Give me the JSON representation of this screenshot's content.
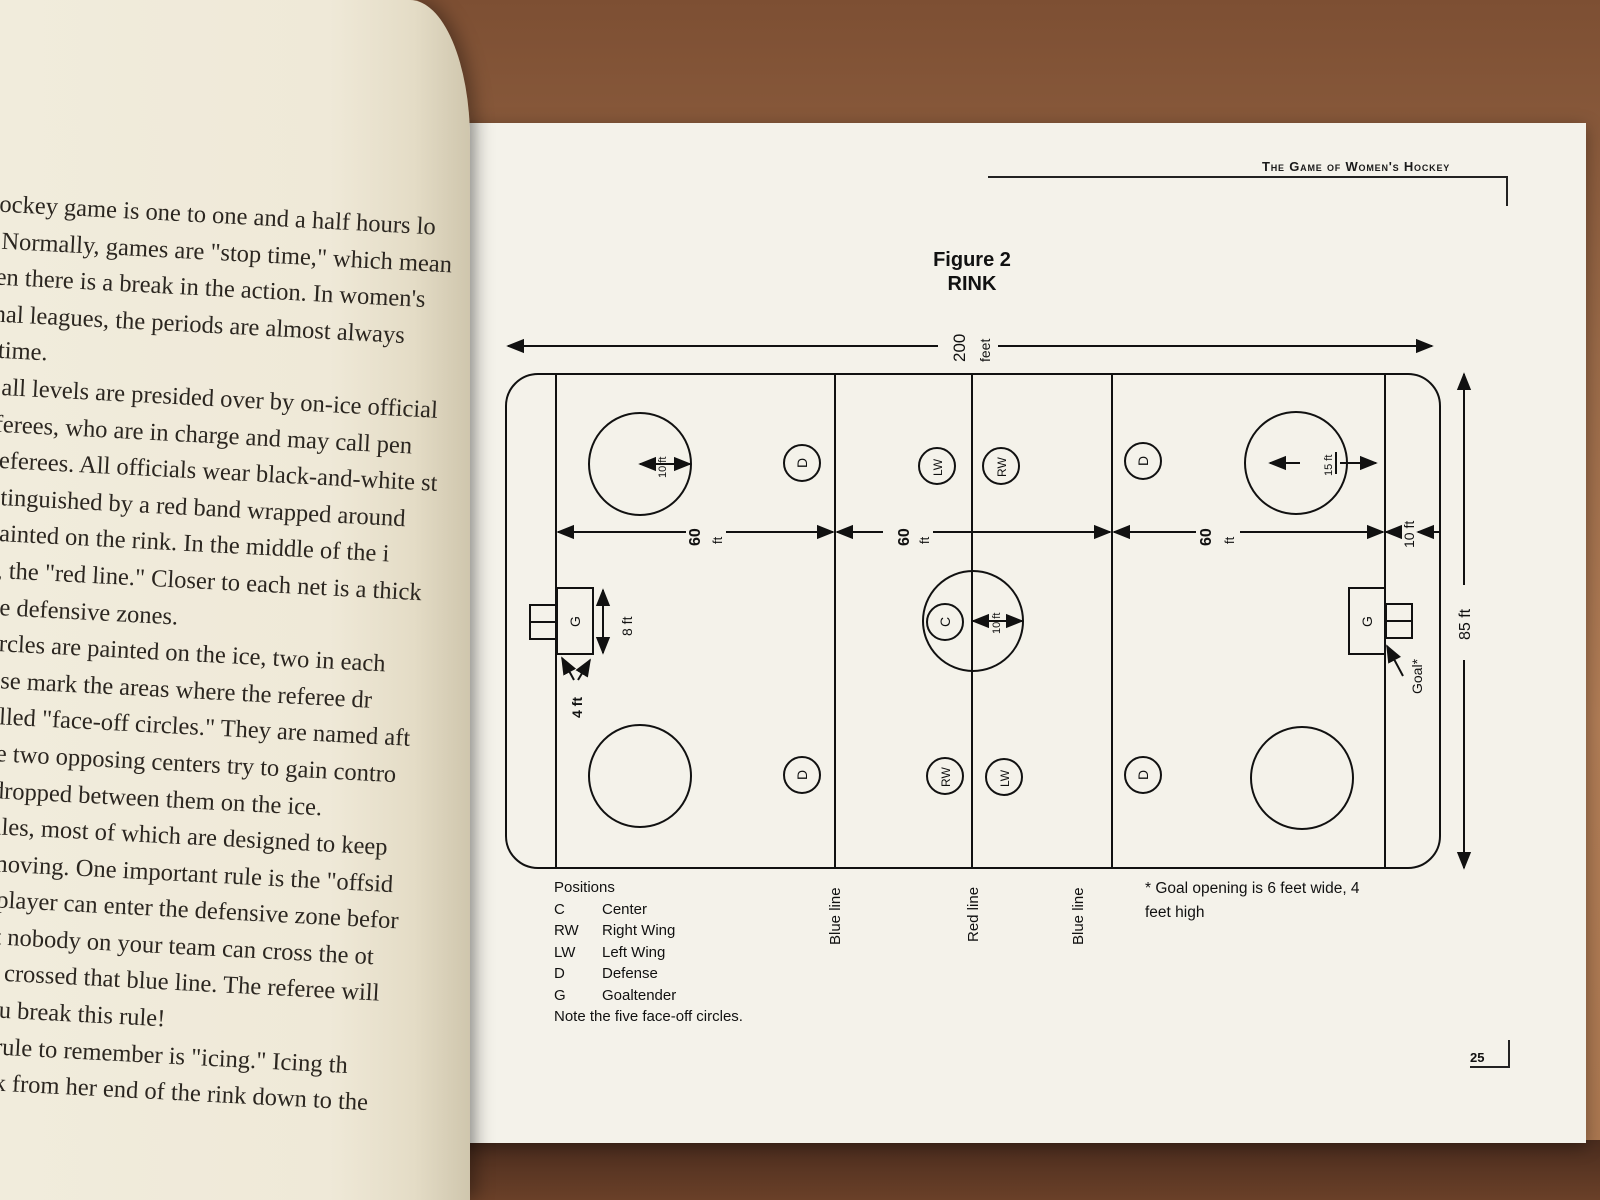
{
  "left_page": {
    "lines": [
      "hockey game is one to one and a half hours lo",
      "\" Normally, games are \"stop time,\" which mean",
      "hen there is a break in the action. In women's",
      "onal leagues, the periods are almost always",
      "p time.",
      "at all levels are presided over by on-ice official",
      "referees, who are in charge and may call pen",
      "e referees. All officials wear black-and-white st",
      "distinguished by a red band wrapped around",
      "e painted on the rink. In the middle of the i",
      "rse, the \"red line.\" Closer to each net is a thick",
      "f the defensive zones.",
      "e circles are painted on the ice, two in each",
      " These mark the areas where the referee dr",
      "e called \"face-off circles.\" They are named aft",
      "n the two opposing centers try to gain contro",
      "t is dropped between them on the ice.",
      " of rules, most of which are designed to keep",
      "me moving. One important rule is the \"offsid",
      "sive player can enter the defensive zone befor",
      "s that nobody on your team can cross the ot",
      "k has crossed that blue line. The referee will",
      "en you break this rule!",
      "rtant rule to remember is \"icing.\" Icing th",
      "e puck from her end of the rink down to the"
    ]
  },
  "right_page": {
    "running_head": "The Game of Women's Hockey",
    "figure_title_1": "Figure 2",
    "figure_title_2": "RINK",
    "page_number": "25",
    "dims": {
      "length_num": "200",
      "length_unit": "feet",
      "width": "85 ft",
      "zone1_num": "60",
      "zone1_unit": "ft",
      "zone2_num": "60",
      "zone2_unit": "ft",
      "zone3_num": "60",
      "zone3_unit": "ft",
      "end": "10 ft",
      "circle_left": "10 ft",
      "circle_right": "15 ft",
      "center_circle": "10 ft",
      "goal_width": "8 ft",
      "crease": "4 ft",
      "goal_label": "Goal*"
    },
    "markers": {
      "D": "D",
      "LW": "LW",
      "RW": "RW",
      "C": "C",
      "G": "G"
    },
    "lines": {
      "blue_line_1": "Blue line",
      "red_line": "Red line",
      "blue_line_2": "Blue line"
    },
    "positions_title": "Positions",
    "positions": [
      {
        "abbr": "C",
        "name": "Center"
      },
      {
        "abbr": "RW",
        "name": "Right Wing"
      },
      {
        "abbr": "LW",
        "name": "Left Wing"
      },
      {
        "abbr": "D",
        "name": "Defense"
      },
      {
        "abbr": "G",
        "name": "Goaltender"
      }
    ],
    "positions_note": "Note the five face-off circles.",
    "goal_note": "* Goal opening is 6 feet wide, 4 feet high"
  }
}
